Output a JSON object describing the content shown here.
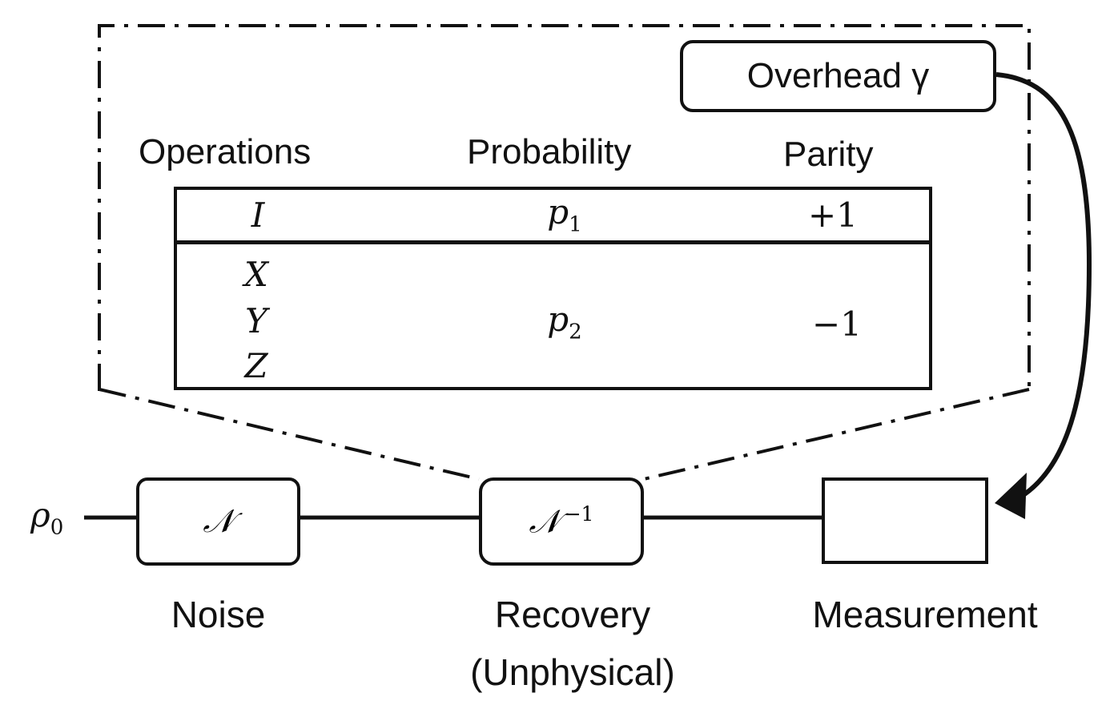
{
  "diagram": {
    "overhead_label": "Overhead γ",
    "table": {
      "headers": [
        "Operations",
        "Probability",
        "Parity"
      ],
      "row1": {
        "operation": "I",
        "probability_base": "p",
        "probability_sub": "1",
        "parity": "+1"
      },
      "row2": {
        "operations": [
          "X",
          "Y",
          "Z"
        ],
        "probability_base": "p",
        "probability_sub": "2",
        "parity": "−1"
      }
    },
    "input_state_base": "ρ",
    "input_state_sub": "0",
    "gates": {
      "noise": {
        "symbol": "𝒩",
        "caption": "Noise"
      },
      "recovery": {
        "symbol": "𝒩",
        "superscript": "−1",
        "caption_line1": "Recovery",
        "caption_line2": "(Unphysical)"
      },
      "measurement": {
        "caption": "Measurement"
      }
    }
  }
}
